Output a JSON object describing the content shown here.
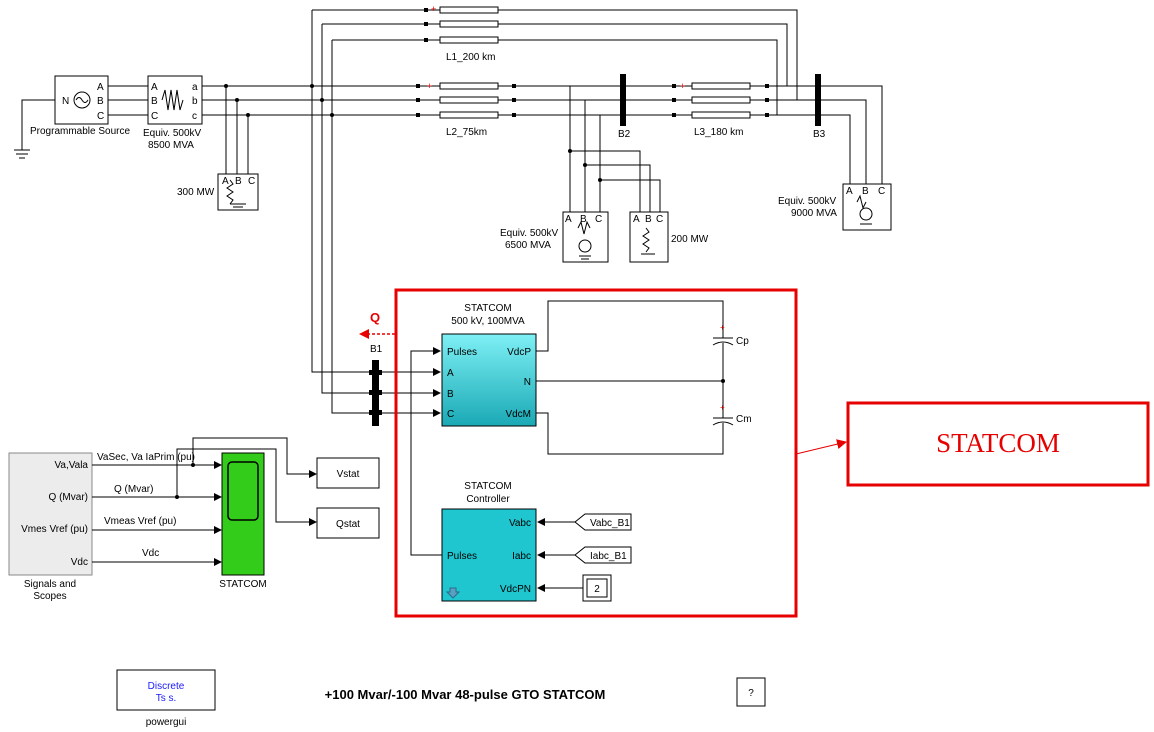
{
  "model_title": "+100 Mvar/-100 Mvar 48-pulse GTO  STATCOM",
  "help_button": "?",
  "callout_label": "STATCOM",
  "q_flow_label": "Q",
  "blocks": {
    "programmable_source": {
      "label": "Programmable Source",
      "ports": [
        "A",
        "B",
        "C"
      ]
    },
    "equiv_8500": {
      "label_line1": "Equiv. 500kV",
      "label_line2": "8500 MVA",
      "ports_left": [
        "A",
        "B",
        "C"
      ],
      "ports_right": [
        "a",
        "b",
        "c"
      ]
    },
    "load_300": {
      "label": "300 MW"
    },
    "line_l1": {
      "label": "L1_200 km"
    },
    "line_l2": {
      "label": "L2_75km"
    },
    "line_l3": {
      "label": "L3_180 km"
    },
    "bus_b1": {
      "label": "B1"
    },
    "bus_b2": {
      "label": "B2"
    },
    "bus_b3": {
      "label": "B3"
    },
    "equiv_6500": {
      "label_line1": "Equiv. 500kV",
      "label_line2": "6500 MVA"
    },
    "load_200": {
      "label": "200 MW"
    },
    "equiv_9000": {
      "label_line1": "Equiv. 500kV",
      "label_line2": "9000 MVA"
    },
    "statcom_power": {
      "title_line1": "STATCOM",
      "title_line2": "500 kV, 100MVA",
      "ports_left": [
        "Pulses",
        "A",
        "B",
        "C"
      ],
      "ports_right": [
        "VdcP",
        "N",
        "VdcM"
      ]
    },
    "cap_p": {
      "label": "Cp"
    },
    "cap_m": {
      "label": "Cm"
    },
    "statcom_controller": {
      "title_line1": "STATCOM",
      "title_line2": "Controller",
      "port_left": "Pulses",
      "ports_right": [
        "Vabc",
        "Iabc",
        "VdcPN"
      ]
    },
    "from_vabc": {
      "label": "Vabc_B1"
    },
    "from_iabc": {
      "label": "Iabc_B1"
    },
    "const_2": {
      "value": "2"
    },
    "signals_scopes": {
      "label_line1": "Signals and",
      "label_line2": "Scopes",
      "ports": [
        "Va,Vala",
        "Q (Mvar)",
        "Vmes Vref (pu)",
        "Vdc"
      ]
    },
    "scope": {
      "label": "STATCOM"
    },
    "vstat": {
      "label": "Vstat"
    },
    "qstat": {
      "label": "Qstat"
    },
    "powergui": {
      "line1": "Discrete",
      "line2": "Ts s.",
      "label": "powergui"
    }
  },
  "signal_labels": [
    "VaSec, Va IaPrim (pu)",
    "Q (Mvar)",
    "Vmeas Vref (pu)",
    "Vdc"
  ],
  "colors": {
    "highlight_red": "#e60000",
    "statcom_cyan": "#1fc6cf",
    "scope_green": "#33cc1a",
    "powergui_blue": "#1a1aff"
  }
}
